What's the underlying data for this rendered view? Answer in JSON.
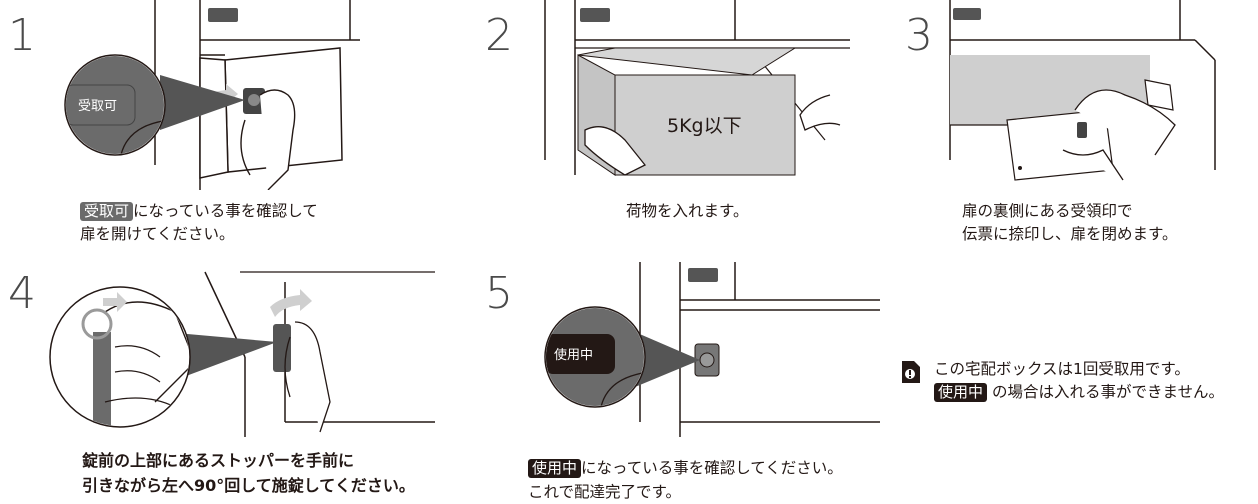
{
  "steps": [
    {
      "number": "1",
      "badge": "受取可",
      "caption_line1_after_badge": "になっている事を確認して",
      "caption_line2": "扉を開けてください。"
    },
    {
      "number": "2",
      "box_label": "5Kg以下",
      "caption_line1": "荷物を入れます。"
    },
    {
      "number": "3",
      "caption_line1": "扉の裏側にある受領印で",
      "caption_line2": "伝票に捺印し、扉を閉めます。"
    },
    {
      "number": "4",
      "caption_line1": "錠前の上部にあるストッパーを手前に",
      "caption_line2": "引きながら左へ90°回して施錠してください。"
    },
    {
      "number": "5",
      "badge": "使用中",
      "caption_line1_after_badge": "になっている事を確認してください。",
      "caption_line2": "これで配達完了です。"
    }
  ],
  "note": {
    "line1": "この宅配ボックスは1回受取用です。",
    "badge": "使用中",
    "line2_after_badge": "の場合は入れる事ができません。",
    "icon": "alert-document-icon"
  },
  "colors": {
    "gray_badge": "#6b6b6b",
    "black_badge": "#231815",
    "illustration_gray": "#cfcfcf"
  }
}
